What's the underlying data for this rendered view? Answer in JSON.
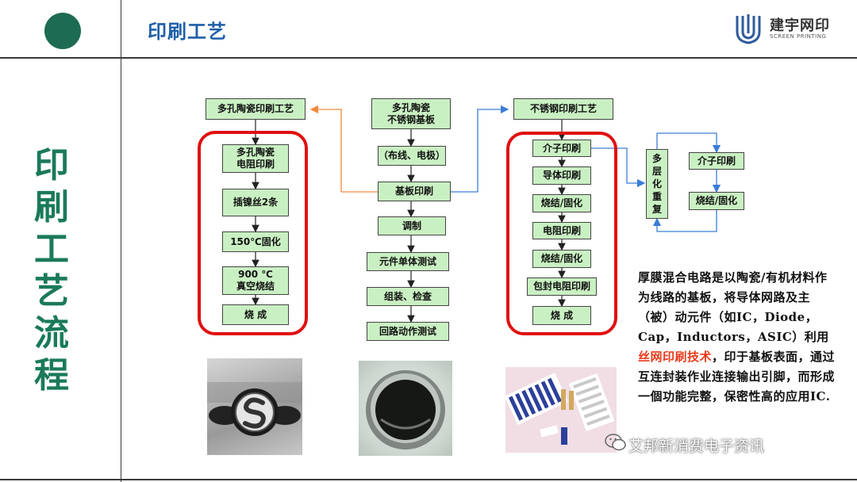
{
  "header": {
    "title": "印刷工艺",
    "brand_cn": "建宇网印",
    "brand_en": "SCREEN PRINTING"
  },
  "side_title": [
    "印",
    "刷",
    "工",
    "艺",
    "流",
    "程"
  ],
  "flow": {
    "left_top": "多孔陶瓷印刷工艺",
    "left_steps": [
      "多孔陶瓷\n电阻印刷",
      "插镍丝2条",
      "150℃固化",
      "900 ℃\n真空烧结",
      "烧  成"
    ],
    "center_top": "多孔陶瓷\n不锈钢基板",
    "center_steps": [
      "（布线、电极）",
      "基板印刷",
      "调制",
      "元件单体测试",
      "组装、检查",
      "回路动作测试"
    ],
    "right_top": "不锈钢印刷工艺",
    "right_steps": [
      "介子印刷",
      "导体印刷",
      "烧结/固化",
      "电阻印刷",
      "烧结/固化",
      "包封电阻印刷",
      "烧  成"
    ],
    "multilayer": "多\n层\n化\n重\n复",
    "loop_steps": [
      "介子印刷",
      "烧结/固化"
    ]
  },
  "paragraph": {
    "before": "厚膜混合电路是以陶瓷/有机材料作为线路的基板，将导体网路及主（被）动元件（如IC，Diode，Cap，Inductors，ASIC）利用",
    "highlight": "丝网印刷技术",
    "after": "，印于基板表面，通过互连封装作业连接输出引脚，而形成一個功能完整，保密性高的应用IC."
  },
  "watermark": "艾邦新消费电子资讯",
  "colors": {
    "accent_green": "#1a7a5a",
    "title_blue": "#1f5fa8",
    "box_fill": "#c9f0c2",
    "frame_red": "#e01010",
    "orange_arrow": "#f08a3c",
    "blue_arrow": "#3b7dd8"
  }
}
